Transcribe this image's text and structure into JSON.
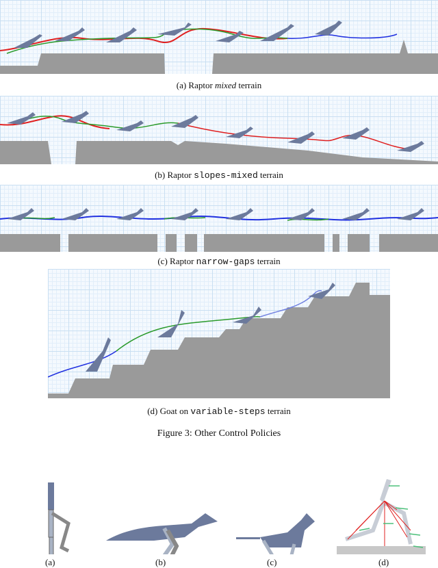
{
  "subfigures": [
    {
      "label": "(a) Raptor ",
      "em": "mixed",
      "tail": " terrain"
    },
    {
      "label": "(b) Raptor ",
      "code": "slopes-mixed",
      "tail": " terrain"
    },
    {
      "label": "(c) Raptor ",
      "code": "narrow-gaps",
      "tail": " terrain"
    },
    {
      "label": "(d) Goat on ",
      "code": "variable-steps",
      "tail": " terrain"
    }
  ],
  "figure_caption": "Figure 3: Other Control Policies",
  "characters": {
    "labels": [
      "(a)",
      "(b)",
      "(c)",
      "(d)"
    ]
  },
  "colors": {
    "terrain": "#9a9a9a",
    "body": "#6c7a9c",
    "limb": "#a9b3c4",
    "red": "#e02020",
    "green": "#2a9a2a",
    "blue": "#2030e0",
    "arrow_green": "#4cc07a"
  }
}
